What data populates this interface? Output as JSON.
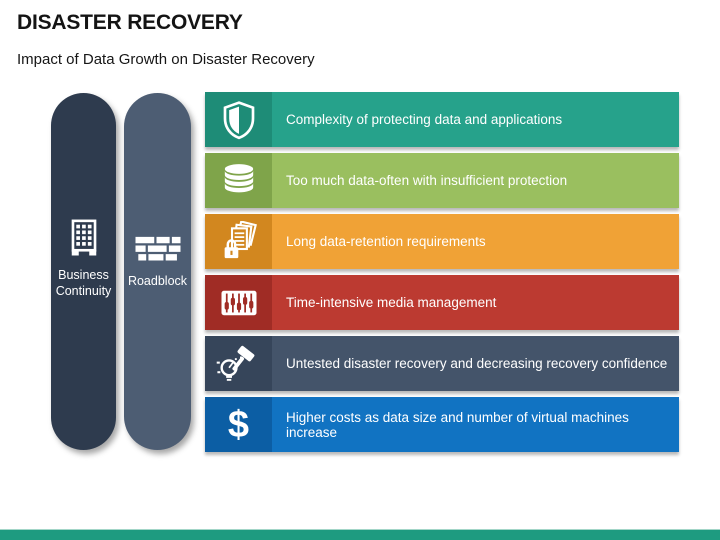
{
  "header": {
    "title": "DISASTER RECOVERY",
    "subtitle": "Impact of Data Growth on Disaster Recovery"
  },
  "pills": [
    {
      "label": "Business Continuity",
      "icon": "building-icon",
      "color": "#2e3b4e"
    },
    {
      "label": "Roadblock",
      "icon": "brick-wall-icon",
      "color": "#4d5d73"
    }
  ],
  "roadblocks": [
    {
      "label": "Complexity of protecting data and applications",
      "icon": "shield-icon",
      "bar_color": "#26a28b",
      "icon_bg_color": "#1e8c77"
    },
    {
      "label": "Too much data-often with insufficient protection",
      "icon": "database-icon",
      "bar_color": "#9abf5f",
      "icon_bg_color": "#7fa44a"
    },
    {
      "label": "Long data-retention requirements",
      "icon": "locked-documents-icon",
      "bar_color": "#f0a236",
      "icon_bg_color": "#d2871f"
    },
    {
      "label": "Time-intensive media management",
      "icon": "mixer-sliders-icon",
      "bar_color": "#bc3a31",
      "icon_bg_color": "#a02c25"
    },
    {
      "label": "Untested disaster recovery and decreasing recovery confidence",
      "icon": "broken-bulb-hammer-icon",
      "bar_color": "#44546a",
      "icon_bg_color": "#36455a"
    },
    {
      "label": "Higher costs as data size and number of virtual machines increase",
      "icon": "dollar-icon",
      "bar_color": "#1173c2",
      "icon_bg_color": "#0c5ea4",
      "dollar_glyph": "$"
    }
  ],
  "footer": {
    "accent_color": "#1e9b80"
  }
}
